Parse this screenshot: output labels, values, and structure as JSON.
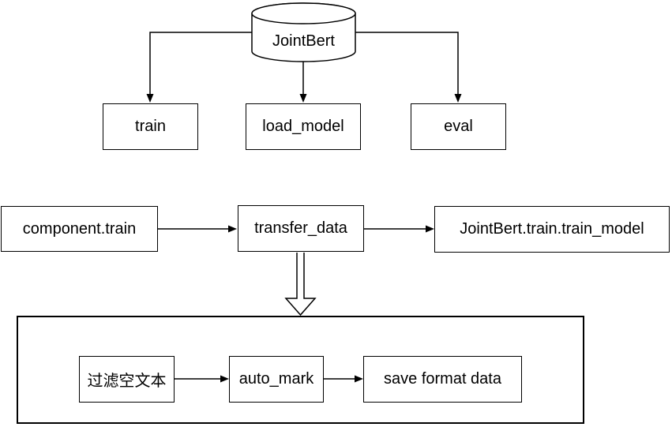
{
  "diagram": {
    "cylinder": {
      "label": "JointBert"
    },
    "method_nodes": [
      "train",
      "load_model",
      "eval"
    ],
    "flow_nodes": [
      "component.train",
      "transfer_data",
      "JointBert.train.train_model"
    ],
    "sub_nodes": [
      "过滤空文本",
      "auto_mark",
      "save format data"
    ],
    "colors": {
      "stroke": "#000000",
      "fill": "#ffffff",
      "text": "#000000",
      "background": "#ffffff"
    }
  }
}
